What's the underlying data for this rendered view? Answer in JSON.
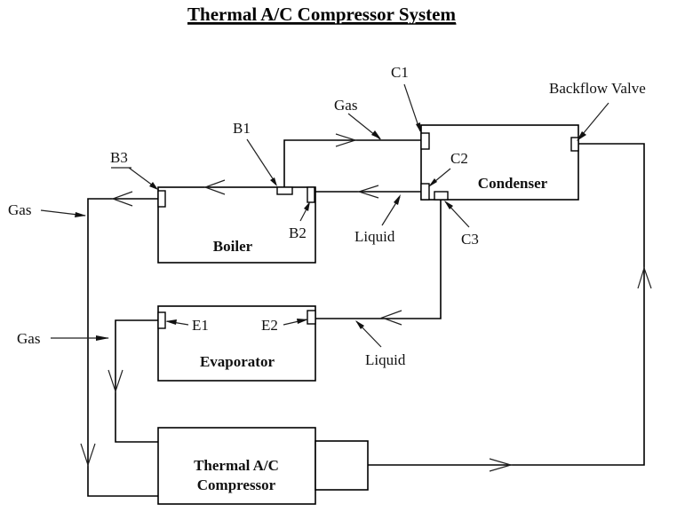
{
  "title": "Thermal A/C Compressor System",
  "components": {
    "boiler": "Boiler",
    "condenser": "Condenser",
    "evaporator": "Evaporator",
    "compressor_line1": "Thermal A/C",
    "compressor_line2": "Compressor"
  },
  "ports": {
    "b1": "B1",
    "b2": "B2",
    "b3": "B3",
    "c1": "C1",
    "c2": "C2",
    "c3": "C3",
    "e1": "E1",
    "e2": "E2",
    "backflow_valve": "Backflow Valve"
  },
  "flow_labels": {
    "gas_top": "Gas",
    "gas_left_upper": "Gas",
    "gas_left_lower": "Gas",
    "liquid_upper": "Liquid",
    "liquid_lower": "Liquid"
  }
}
